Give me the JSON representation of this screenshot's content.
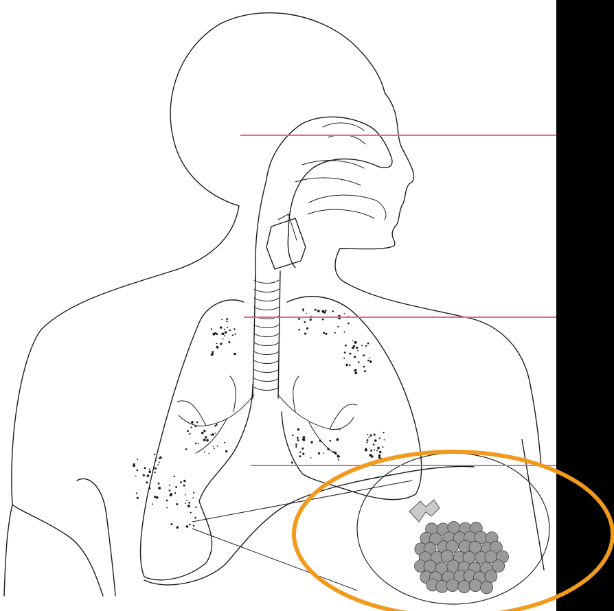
{
  "diagram": {
    "type": "anatomy-line-drawing",
    "subject": "respiratory-system",
    "label_lines": 3,
    "colors": {
      "page_background": "#000000",
      "paper": "#ffffff",
      "line_art": "#1a1a1a",
      "label_lines": "#e07080",
      "highlight_ellipse": "#f29a1c",
      "alveoli_fill": "#9a9a9a"
    },
    "icons": [
      "magnified-alveoli-icon"
    ]
  }
}
